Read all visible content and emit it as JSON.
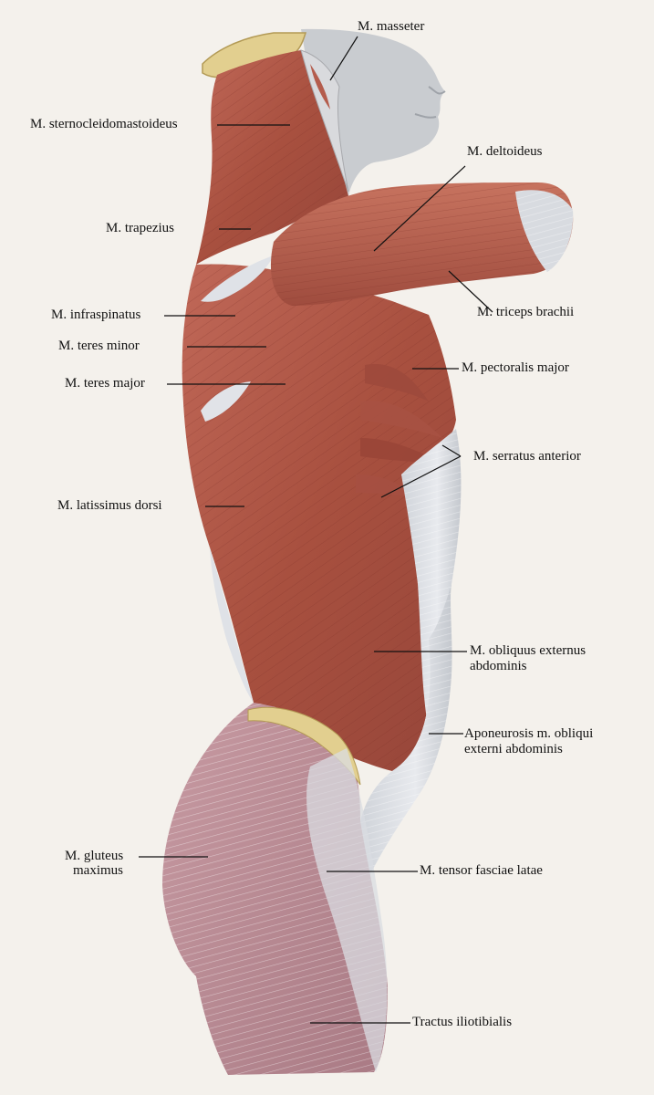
{
  "labels": {
    "masseter": "M. masseter",
    "sternocleidomastoideus": "M. sternocleidomastoideus",
    "deltoideus": "M. deltoideus",
    "trapezius": "M. trapezius",
    "infraspinatus": "M. infraspinatus",
    "triceps_brachii": "M. triceps brachii",
    "teres_minor": "M. teres minor",
    "pectoralis_major": "M. pectoralis major",
    "teres_major": "M. teres major",
    "serratus_anterior": "M. serratus anterior",
    "latissimus_dorsi": "M. latissimus dorsi",
    "obliquus_externus_line1": "M. obliquus externus",
    "obliquus_externus_line2": "abdominis",
    "aponeurosis_line1": "Aponeurosis m. obliqui",
    "aponeurosis_line2": "externi abdominis",
    "gluteus_line1": "M. gluteus",
    "gluteus_line2": "maximus",
    "tensor_fasciae_latae": "M. tensor fasciae latae",
    "tractus_iliotibialis": "Tractus iliotibialis"
  },
  "colors": {
    "background": "#f4f1ec",
    "muscle": "#b0584a",
    "muscle_dark": "#8a3a30",
    "muscle_light": "#cf8a78",
    "fascia": "#dde1e6",
    "skin": "#c9ccd0",
    "gluteus": "#b88b93",
    "bone": "#e2cf8f",
    "leader_line": "#111111"
  }
}
